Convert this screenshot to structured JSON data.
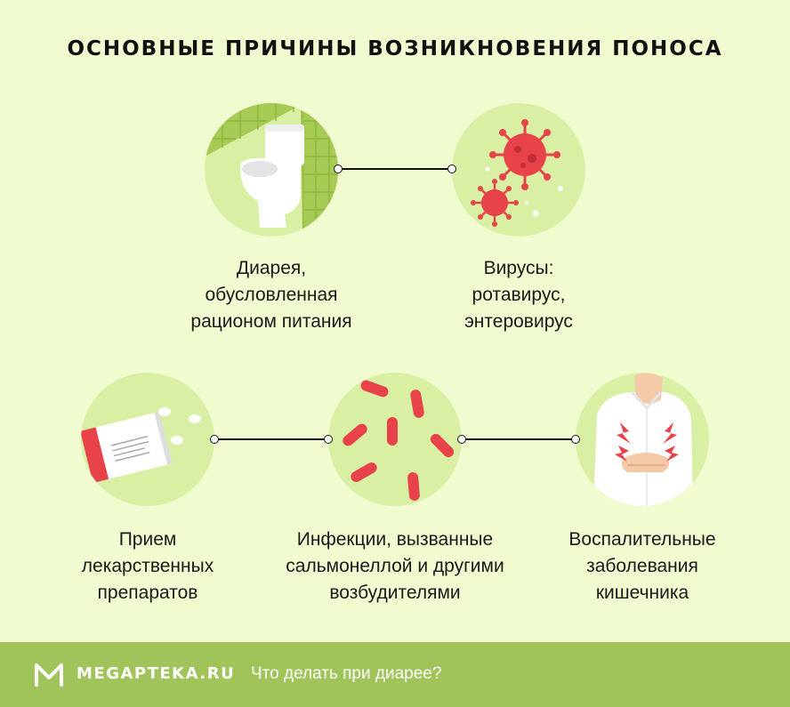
{
  "title": "ОСНОВНЫЕ ПРИЧИНЫ ВОЗНИКНОВЕНИЯ ПОНОСА",
  "causes": [
    {
      "lines": [
        "Диарея,",
        "обусловленная",
        "рационом питания"
      ],
      "icon": "toilet-icon"
    },
    {
      "lines": [
        "Вирусы:",
        "ротавирус,",
        "энтеровирус"
      ],
      "icon": "virus-icon"
    },
    {
      "lines": [
        "Прием",
        "лекарственных",
        "препаратов"
      ],
      "icon": "pills-icon"
    },
    {
      "lines": [
        "Инфекции, вызванные",
        "сальмонеллой и другими",
        "возбудителями"
      ],
      "icon": "bacteria-icon"
    },
    {
      "lines": [
        "Воспалительные",
        "заболевания",
        "кишечника"
      ],
      "icon": "abdominal-pain-icon"
    }
  ],
  "footer": {
    "brand": "MEGAPTEKA.RU",
    "link": "Что делать при диарее?"
  },
  "colors": {
    "background": "#f1fbd0",
    "circle": "#d9f0a4",
    "footer": "#a1c45a",
    "accent_red": "#e8424a"
  }
}
